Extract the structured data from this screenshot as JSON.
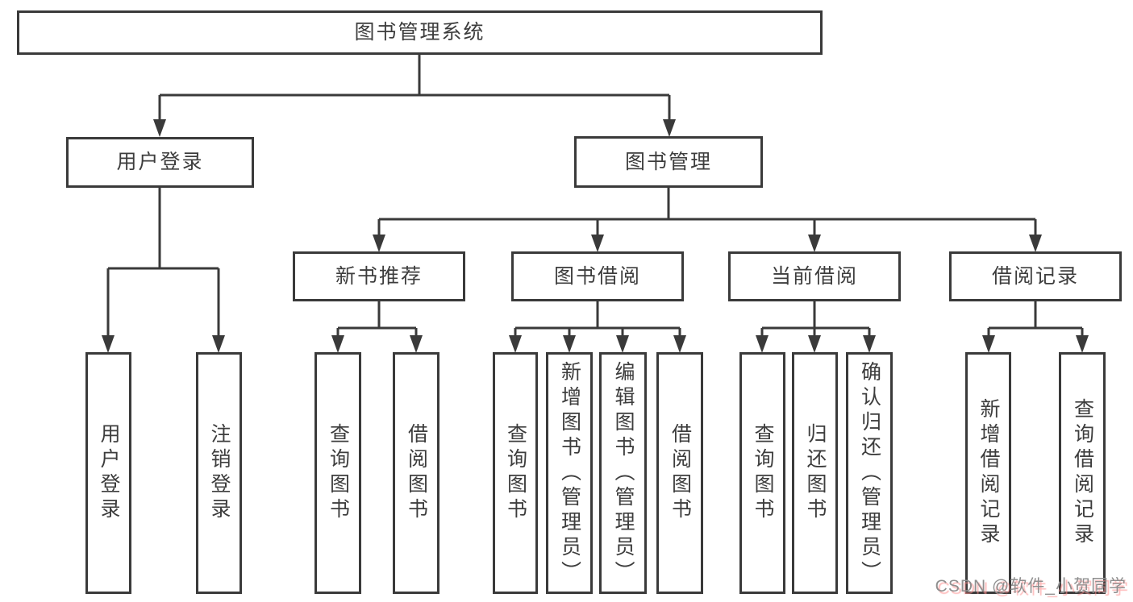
{
  "tree": {
    "root": {
      "label": "图书管理系统",
      "children": [
        {
          "label": "用户登录",
          "children": [
            {
              "label": "用户登录"
            },
            {
              "label": "注销登录"
            }
          ]
        },
        {
          "label": "图书管理",
          "children": [
            {
              "label": "新书推荐",
              "children": [
                {
                  "label": "查询图书"
                },
                {
                  "label": "借阅图书"
                }
              ]
            },
            {
              "label": "图书借阅",
              "children": [
                {
                  "label": "查询图书"
                },
                {
                  "label": "新增图书（管理员）"
                },
                {
                  "label": "编辑图书（管理员）"
                },
                {
                  "label": "借阅图书"
                }
              ]
            },
            {
              "label": "当前借阅",
              "children": [
                {
                  "label": "查询图书"
                },
                {
                  "label": "归还图书"
                },
                {
                  "label": "确认归还（管理员）"
                }
              ]
            },
            {
              "label": "借阅记录",
              "children": [
                {
                  "label": "新增借阅记录"
                },
                {
                  "label": "查询借阅记录"
                }
              ]
            }
          ]
        }
      ]
    }
  },
  "watermark": {
    "text": "CSDN @软件_小贺同学"
  },
  "colors": {
    "line": "#3a3a3a",
    "node_border": "#3a3a3a",
    "node_text": "#3d3d3d",
    "background": "#ffffff",
    "watermark_text": "#8f8f8f",
    "watermark_shadow": "#ff9191"
  }
}
